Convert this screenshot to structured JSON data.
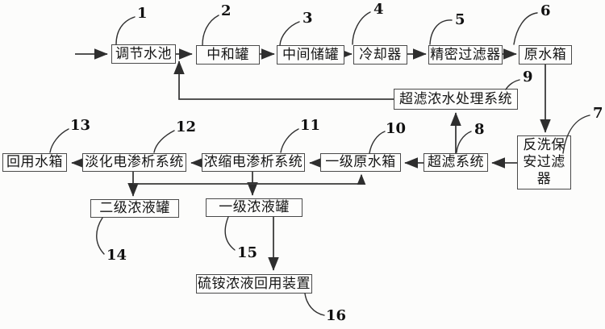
{
  "figure": {
    "type": "process-flow-diagram",
    "background_color": "#fcfcfb",
    "line_color": "#3b3b3b",
    "box_border_color": "#4a4a4a",
    "text_color": "#151515"
  },
  "nodes": [
    {
      "ref": "1",
      "label": "调节水池"
    },
    {
      "ref": "2",
      "label": "中和罐"
    },
    {
      "ref": "3",
      "label": "中间储罐"
    },
    {
      "ref": "4",
      "label": "冷却器"
    },
    {
      "ref": "5",
      "label": "精密过滤器"
    },
    {
      "ref": "6",
      "label": "原水箱"
    },
    {
      "ref": "7",
      "label": "反洗保安过滤器"
    },
    {
      "ref": "8",
      "label": "超滤系统"
    },
    {
      "ref": "9",
      "label": "超滤浓水处理系统"
    },
    {
      "ref": "10",
      "label": "一级原水箱"
    },
    {
      "ref": "11",
      "label": "浓缩电渗析系统"
    },
    {
      "ref": "12",
      "label": "淡化电渗析系统"
    },
    {
      "ref": "13",
      "label": "回用水箱"
    },
    {
      "ref": "14",
      "label": "二级浓液罐"
    },
    {
      "ref": "15",
      "label": "一级浓液罐"
    },
    {
      "ref": "16",
      "label": "硫铵浓液回用装置"
    }
  ]
}
